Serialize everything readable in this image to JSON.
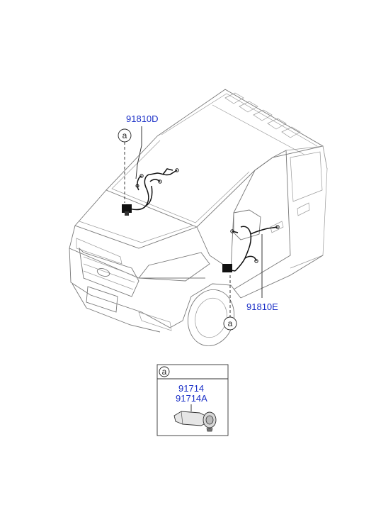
{
  "labels": {
    "upper_harness": "91810D",
    "side_harness": "91810E",
    "detail_part_1": "91714",
    "detail_part_2": "91714A"
  },
  "callouts": {
    "upper": "a",
    "lower": "a",
    "detail": "a"
  },
  "colors": {
    "part_label": "#1a2fc7",
    "harness": "#111111",
    "body_outline": "#777777"
  }
}
